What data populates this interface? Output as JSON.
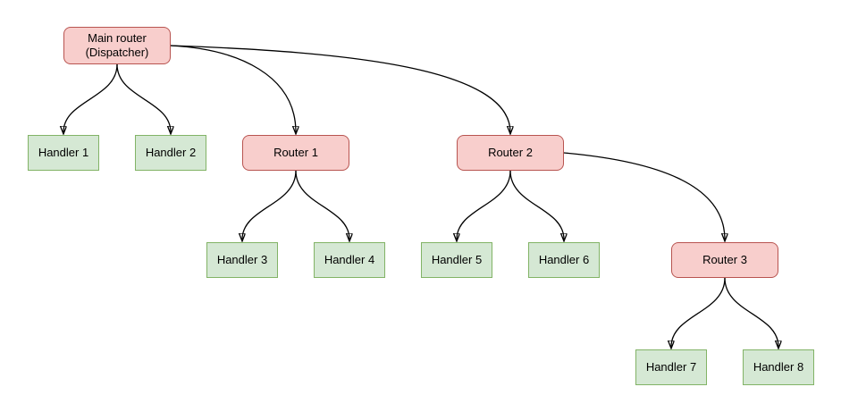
{
  "diagram": {
    "type": "tree-flowchart",
    "colors": {
      "background": "#ffffff",
      "router_fill": "#f8cecc",
      "router_border": "#b85450",
      "handler_fill": "#d5e8d4",
      "handler_border": "#82b366",
      "edge_stroke": "#000000",
      "text": "#000000"
    },
    "nodes": [
      {
        "id": "main",
        "type": "router",
        "label": "Main router\n(Dispatcher)"
      },
      {
        "id": "handler1",
        "type": "handler",
        "label": "Handler 1"
      },
      {
        "id": "handler2",
        "type": "handler",
        "label": "Handler 2"
      },
      {
        "id": "router1",
        "type": "router",
        "label": "Router 1"
      },
      {
        "id": "router2",
        "type": "router",
        "label": "Router 2"
      },
      {
        "id": "handler3",
        "type": "handler",
        "label": "Handler 3"
      },
      {
        "id": "handler4",
        "type": "handler",
        "label": "Handler 4"
      },
      {
        "id": "handler5",
        "type": "handler",
        "label": "Handler 5"
      },
      {
        "id": "handler6",
        "type": "handler",
        "label": "Handler 6"
      },
      {
        "id": "router3",
        "type": "router",
        "label": "Router 3"
      },
      {
        "id": "handler7",
        "type": "handler",
        "label": "Handler 7"
      },
      {
        "id": "handler8",
        "type": "handler",
        "label": "Handler 8"
      }
    ],
    "edges": [
      {
        "from": "main",
        "to": "handler1"
      },
      {
        "from": "main",
        "to": "handler2"
      },
      {
        "from": "main",
        "to": "router1"
      },
      {
        "from": "main",
        "to": "router2"
      },
      {
        "from": "router1",
        "to": "handler3"
      },
      {
        "from": "router1",
        "to": "handler4"
      },
      {
        "from": "router2",
        "to": "handler5"
      },
      {
        "from": "router2",
        "to": "handler6"
      },
      {
        "from": "router2",
        "to": "router3"
      },
      {
        "from": "router3",
        "to": "handler7"
      },
      {
        "from": "router3",
        "to": "handler8"
      }
    ]
  }
}
